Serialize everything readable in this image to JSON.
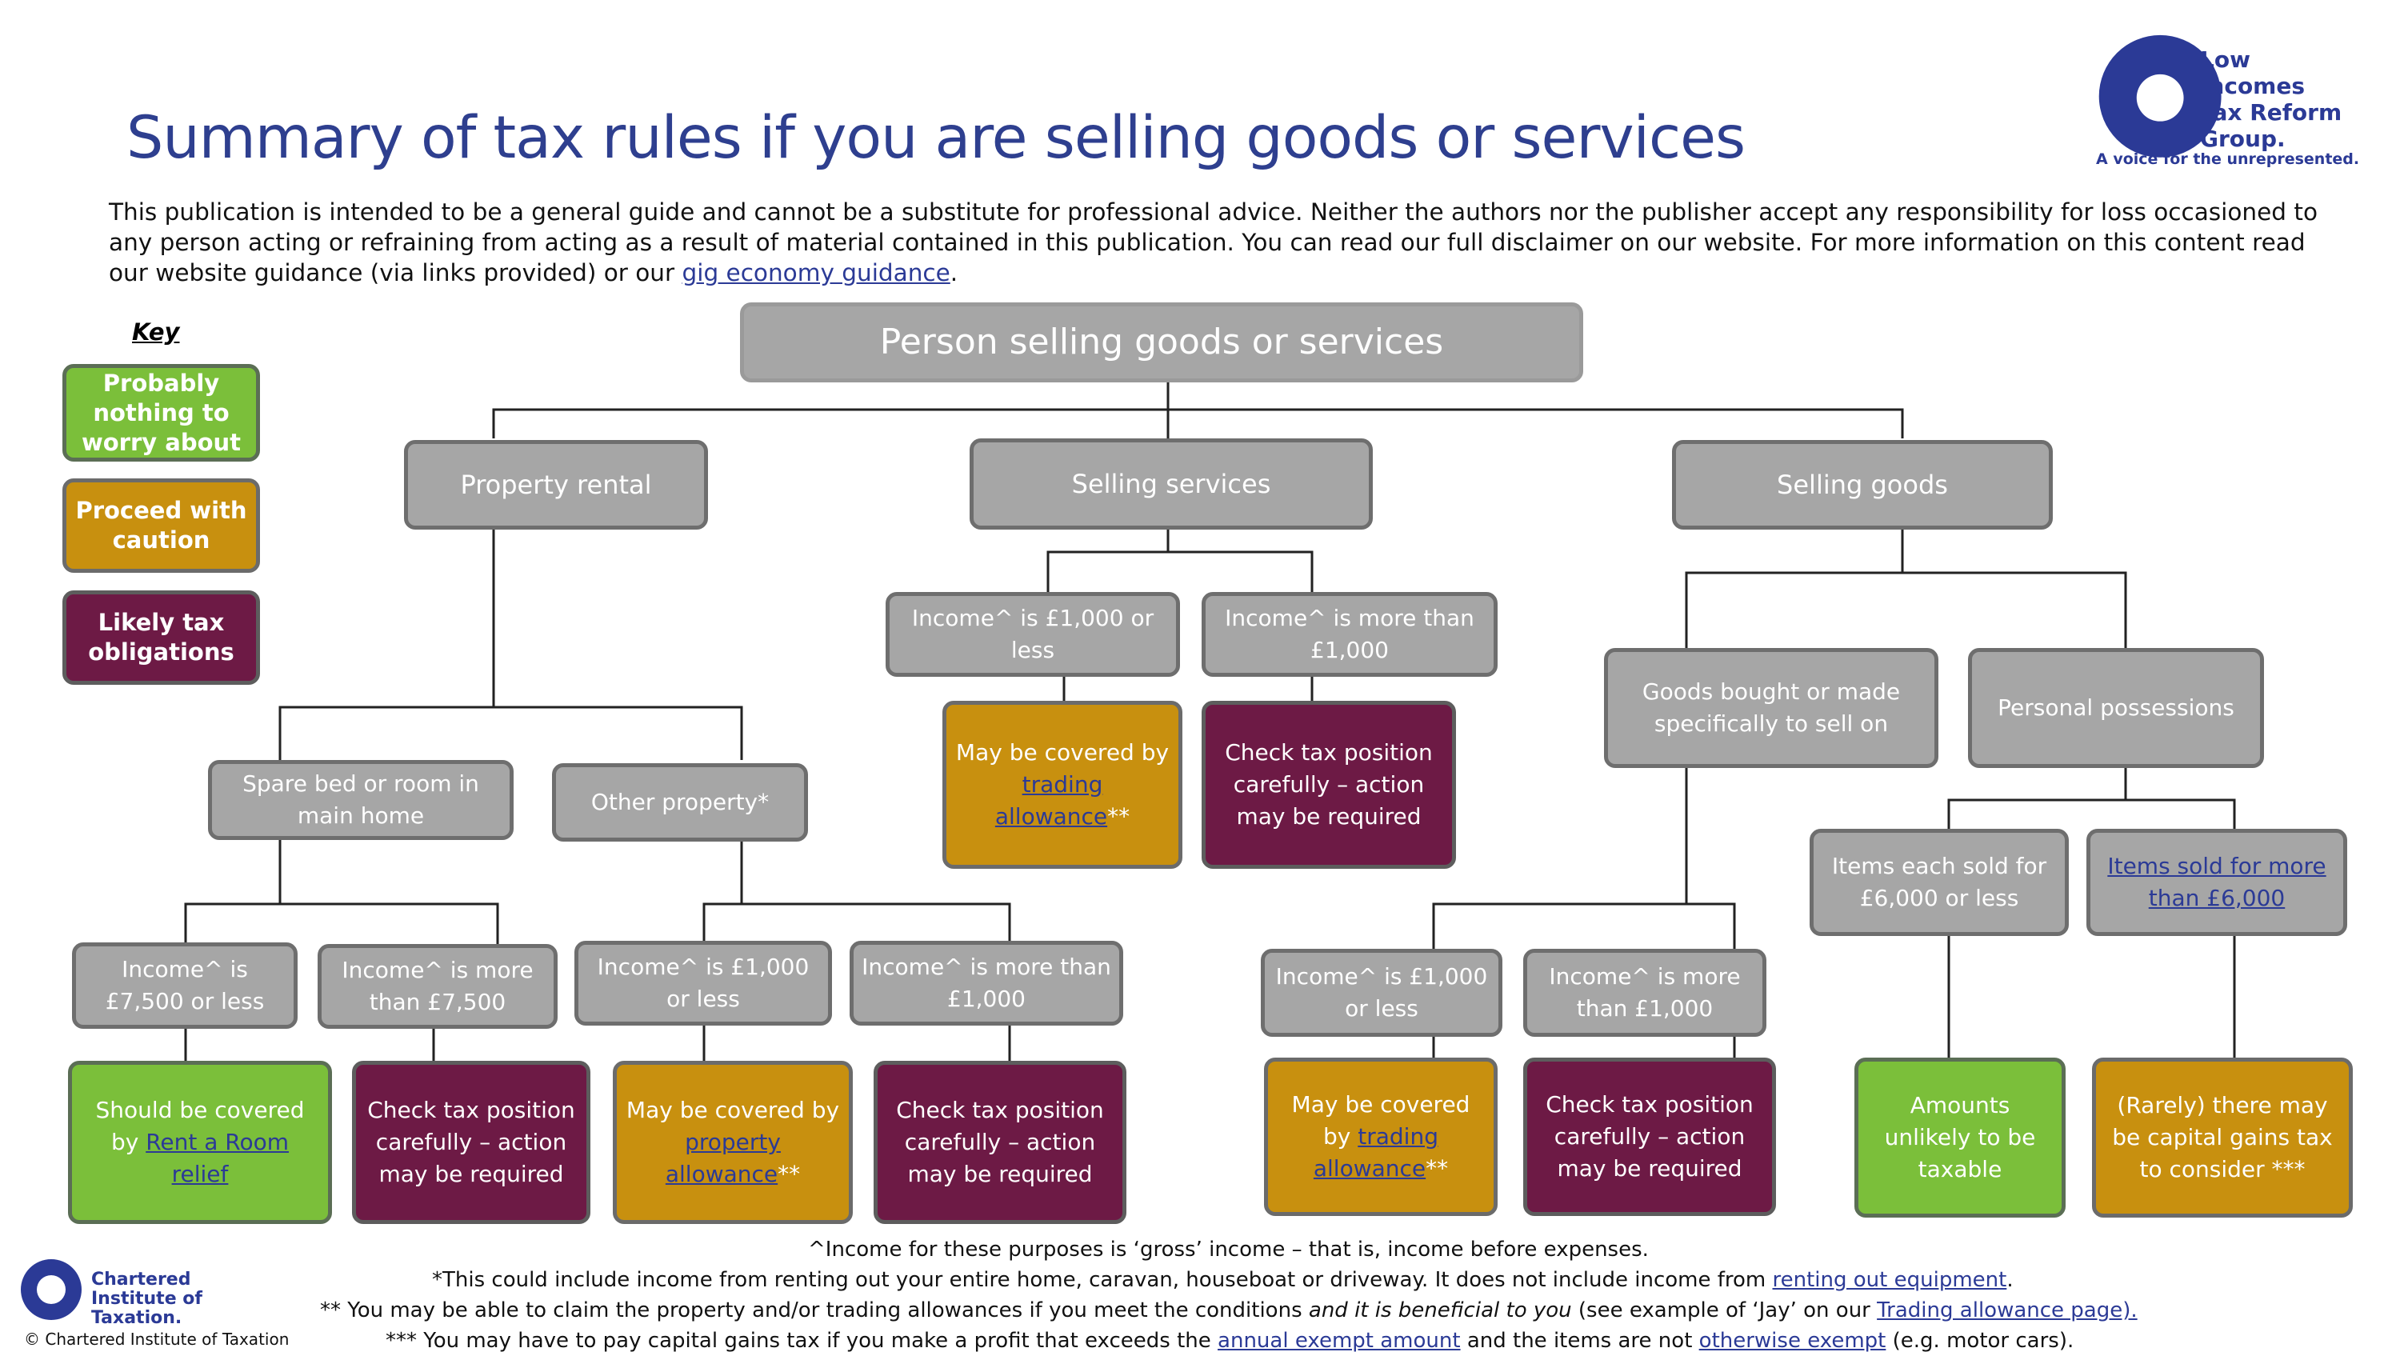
{
  "title": "Summary of tax rules if you are selling goods or services",
  "disclaimer": {
    "text": "This publication is intended to be a general guide and cannot be a substitute for professional advice. Neither the authors nor the publisher accept any responsibility for loss occasioned to any person acting or refraining from acting as a result of material contained in this publication. You can read our full disclaimer on our website. For more information on this content read our website guidance (via links provided) or our",
    "link": "gig economy guidance",
    "end": "."
  },
  "logos": {
    "litrg": {
      "line1": "Low Incomes",
      "line2": "Tax Reform",
      "line3": "Group.",
      "tagline": "A voice for the unrepresented."
    },
    "ciot": {
      "line1": "Chartered",
      "line2": "Institute of",
      "line3": "Taxation.",
      "copyright": "© Chartered Institute of Taxation"
    }
  },
  "key": {
    "title": "Key",
    "green": "Probably nothing to worry about",
    "amber": "Proceed with caution",
    "plum": "Likely tax obligations"
  },
  "colors": {
    "title": "#2e3f8f",
    "grey": "#a6a6a6",
    "green": "#7bbf3a",
    "amber": "#c8900f",
    "plum": "#6d1a45",
    "link": "#2b3a96"
  },
  "nodes": {
    "root": "Person selling goods or services",
    "property_rental": "Property rental",
    "selling_services": "Selling services",
    "selling_goods": "Selling goods",
    "svc_low": "Income^ is £1,000 or less",
    "svc_high": "Income^ is more than £1,000",
    "svc_low_out_pre": "May be covered by",
    "svc_low_out_link": "trading allowance",
    "svc_low_out_post": "**",
    "svc_high_out": "Check tax position carefully – action may be required",
    "spare_bed": "Spare bed or room in main home",
    "other_property": "Other property*",
    "rr_low": "Income^ is £7,500 or less",
    "rr_high": "Income^ is more than £7,500",
    "op_low": "Income^ is £1,000 or less",
    "op_high": "Income^ is more than £1,000",
    "rr_low_out_pre": "Should be covered by",
    "rr_low_out_link": "Rent a Room relief",
    "rr_high_out": "Check tax position carefully – action may be required",
    "op_low_out_pre": "May be covered by",
    "op_low_out_link": "property allowance",
    "op_low_out_post": "**",
    "op_high_out": "Check tax position carefully – action may be required",
    "goods_bought": "Goods bought or made specifically to sell on",
    "personal_possessions": "Personal possessions",
    "gb_low": "Income^ is £1,000 or less",
    "gb_high": "Income^ is more than £1,000",
    "gb_low_out_pre": "May be covered by",
    "gb_low_out_link": "trading allowance",
    "gb_low_out_post": "**",
    "gb_high_out": "Check tax position carefully – action may be required",
    "pp_low": "Items each sold for £6,000 or less",
    "pp_high_link": "Items sold for more than £6,000",
    "pp_low_out": "Amounts unlikely to be taxable",
    "pp_high_out": "(Rarely) there may be capital gains tax to consider ***"
  },
  "footnotes": {
    "f1": "^Income for these purposes is ‘gross’ income – that is, income before expenses.",
    "f2_text": "*This could include income from renting out your entire home, caravan, houseboat or driveway. It does not include income from",
    "f2_link": "renting out equipment",
    "f2_end": ".",
    "f3_a": "** You may be able to claim the property and/or trading allowances if you meet the conditions",
    "f3_b": "and it is beneficial to you",
    "f3_c": "(see example of ‘Jay’ on our",
    "f3_link": "Trading allowance page).",
    "f4_a": "*** You may have to pay capital gains tax if you make a profit that exceeds the",
    "f4_link1": "annual exempt amount",
    "f4_b": "and the items are not",
    "f4_link2": "otherwise exempt",
    "f4_c": "(e.g. motor cars)."
  }
}
